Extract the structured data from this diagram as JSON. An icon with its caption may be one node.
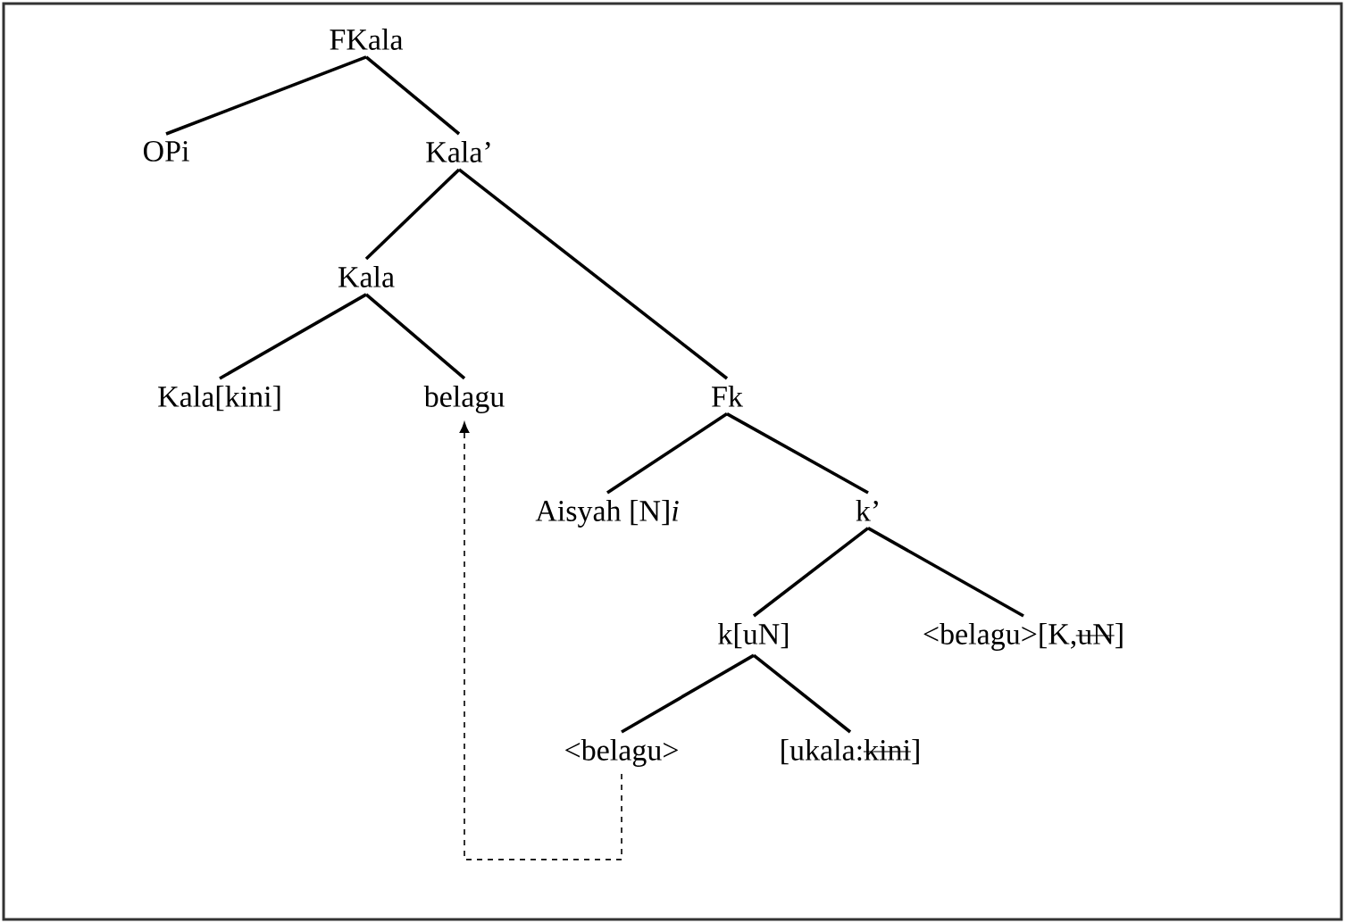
{
  "diagram": {
    "nodes": [
      {
        "text": [
          "FKala"
        ]
      },
      {
        "text": [
          "OPi"
        ]
      },
      {
        "text": [
          "Kala’"
        ]
      },
      {
        "text": [
          "Kala"
        ]
      },
      {
        "text": [
          "Kala[kini]"
        ]
      },
      {
        "text": [
          "belagu"
        ]
      },
      {
        "text": [
          "Fk"
        ]
      },
      {
        "text": [
          "Aisyah [N]*i*"
        ]
      },
      {
        "text": [
          "k’"
        ]
      },
      {
        "text": [
          "k[uN]"
        ]
      },
      {
        "text": [
          "<belagu>[K,uN]"
        ]
      },
      {
        "text": [
          "<belagu>"
        ]
      },
      {
        "text": [
          "[ukala:kini]"
        ]
      }
    ],
    "edges": [
      {
        "from": 0,
        "to": 1,
        "arrow": "none"
      },
      {
        "from": 0,
        "to": 2,
        "arrow": "none"
      },
      {
        "from": 2,
        "to": 3,
        "arrow": "none"
      },
      {
        "from": 2,
        "to": 6,
        "arrow": "none"
      },
      {
        "from": 3,
        "to": 4,
        "arrow": "none"
      },
      {
        "from": 3,
        "to": 5,
        "arrow": "none"
      },
      {
        "from": 6,
        "to": 7,
        "arrow": "none"
      },
      {
        "from": 6,
        "to": 8,
        "arrow": "none"
      },
      {
        "from": 8,
        "to": 9,
        "arrow": "none"
      },
      {
        "from": 8,
        "to": 10,
        "arrow": "none"
      },
      {
        "from": 9,
        "to": 11,
        "arrow": "none"
      },
      {
        "from": 9,
        "to": 12,
        "arrow": "none"
      },
      {
        "from": 11,
        "to": 5,
        "arrow": "to",
        "style": "dashed"
      }
    ]
  }
}
